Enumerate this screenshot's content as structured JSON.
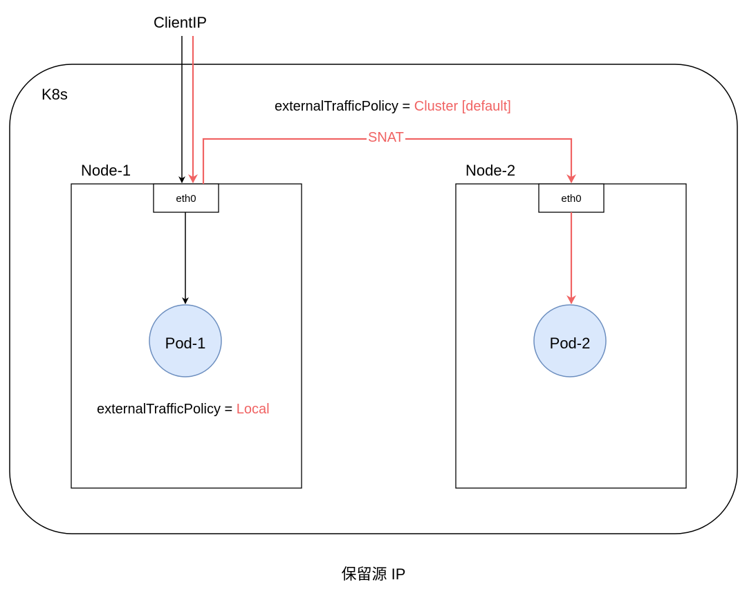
{
  "client": {
    "label": "ClientIP"
  },
  "cluster": {
    "label": "K8s"
  },
  "policy_cluster": {
    "prefix": "externalTrafficPolicy = ",
    "value": "Cluster [default]"
  },
  "snat": {
    "label": "SNAT"
  },
  "nodes": [
    {
      "label": "Node-1",
      "interface": "eth0",
      "pod": "Pod-1"
    },
    {
      "label": "Node-2",
      "interface": "eth0",
      "pod": "Pod-2"
    }
  ],
  "policy_local": {
    "prefix": "externalTrafficPolicy = ",
    "value": "Local"
  },
  "caption": "保留源 IP",
  "colors": {
    "accent_red": "#f06363",
    "pod_fill": "#dae8fc",
    "pod_stroke": "#6c8ebf",
    "line": "#000000"
  }
}
